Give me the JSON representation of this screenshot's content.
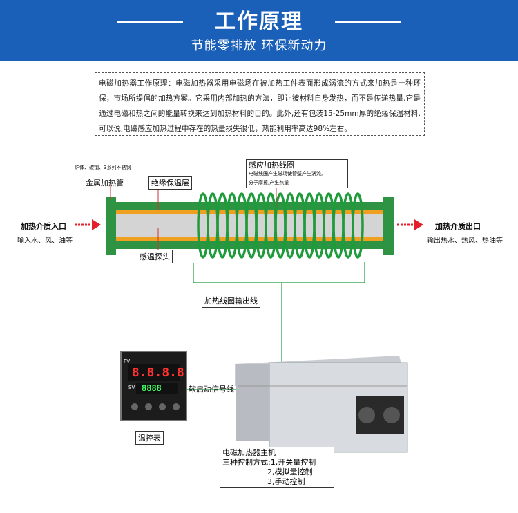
{
  "header": {
    "title": "工作原理",
    "subtitle": "节能零排放 环保新动力",
    "bg_color": "#1a5fb8"
  },
  "description": "电磁加热器工作原理：电磁加热器采用电磁场在被加热工件表面形成涡流的方式来加热是一种环保，市场所提倡的加热方案。它采用内部加热的方法，即让被材料自身发热，而不是传递热量,它是通过电磁和热之间的能量转换来达到加热材料的目的。此外,还有包装15-25mm厚的绝缘保温材料.可以说,电磁感应加热过程中存在的热量损失很低，热能利用率高达98%左右。",
  "pipe": {
    "material_note": "炉体、碳钢、3系列不锈钢",
    "metal_tube": "金属加热管",
    "insulation": "绝缘保温层",
    "probe": "感温探头",
    "coil_title": "感应加热线圈",
    "coil_note_1": "电磁线圈产生磁场使管壁产生涡流,",
    "coil_note_2": "分子摩擦,产生热量",
    "inlet_title": "加热介质入口",
    "inlet_sub": "输入水、风、油等",
    "outlet_title": "加热介质出口",
    "outlet_sub": "输出热水、热风、热油等",
    "coil_output": "加热线圈输出线",
    "colors": {
      "pipe": "#2e9444",
      "insulation": "#f0a020",
      "arrow": "#e3202a",
      "coil": "#1f9b3c"
    }
  },
  "controller": {
    "label": "温控表",
    "pv_label": "PV",
    "sv_label": "SV",
    "pv_value": "8.8.8.8",
    "sv_value": "8888",
    "signal_line": "软启动信号线"
  },
  "host": {
    "title": "电磁加热器主机",
    "modes_title": "三种控制方式:",
    "mode_1": "1,开关量控制",
    "mode_2": "2,模拟量控制",
    "mode_3": "3,手动控制"
  }
}
